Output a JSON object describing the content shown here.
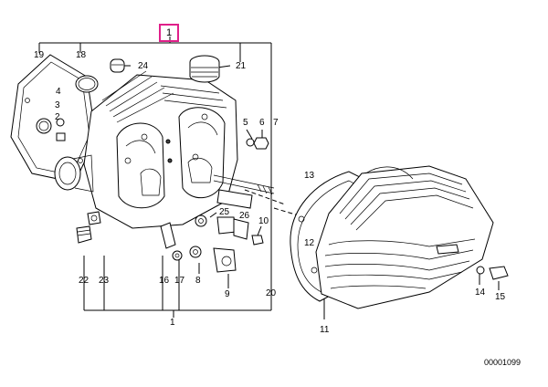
{
  "callouts": {
    "1_top": "1",
    "1_bottom": "1",
    "2": "2",
    "3": "3",
    "4": "4",
    "5": "5",
    "6": "6",
    "7": "7",
    "8": "8",
    "9": "9",
    "10": "10",
    "11": "11",
    "12": "12",
    "13": "13",
    "14": "14",
    "15": "15",
    "16": "16",
    "17": "17",
    "18": "18",
    "19": "19",
    "20": "20",
    "21": "21",
    "22": "22",
    "23": "23",
    "24": "24",
    "25": "25",
    "26": "26"
  },
  "highlight_color": "#e0208a",
  "reference_number": "00001099"
}
